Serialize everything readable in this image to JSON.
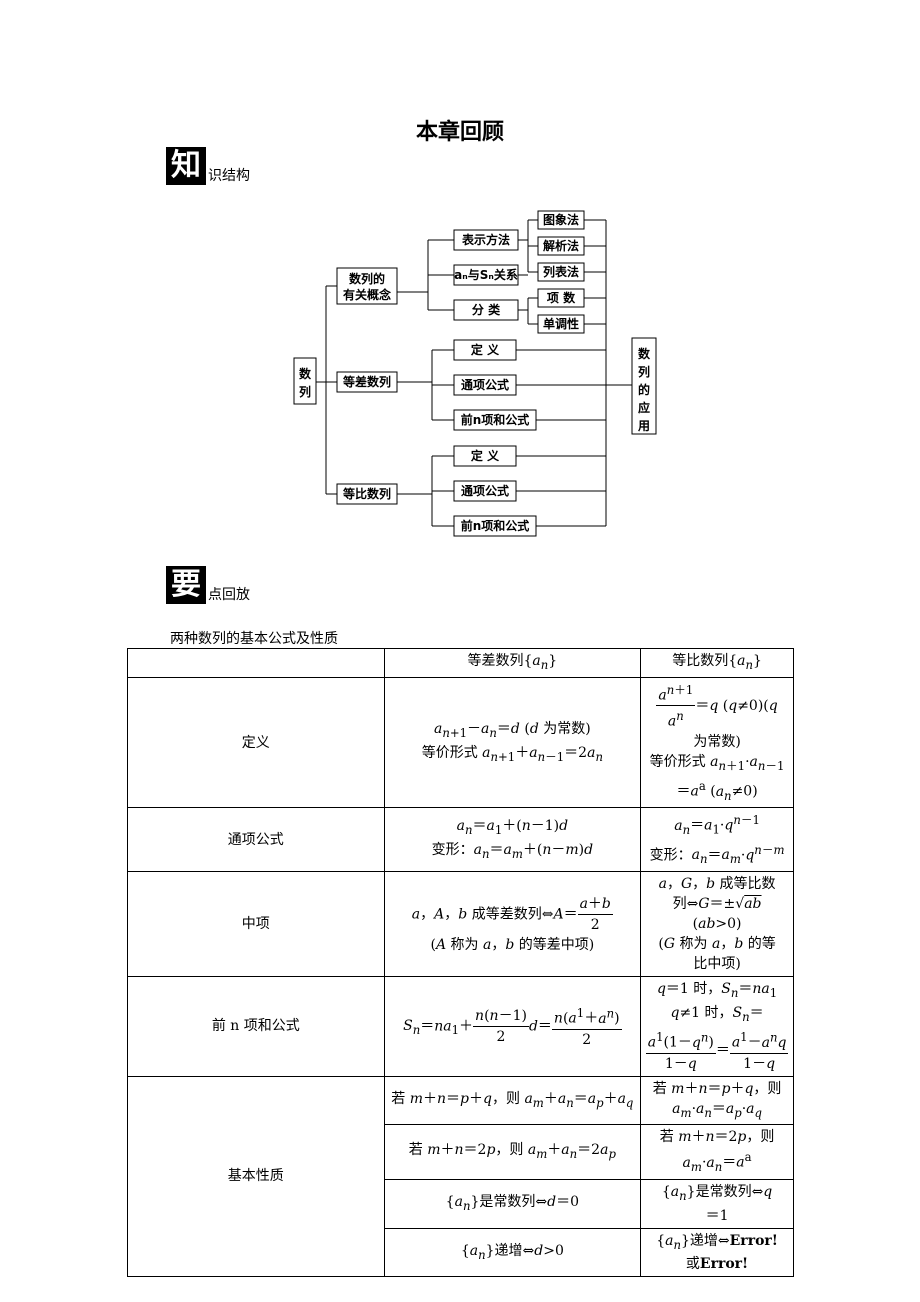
{
  "title": "本章回顾",
  "section1": {
    "big": "知",
    "rest": "识结构"
  },
  "section2": {
    "big": "要",
    "rest": "点回放"
  },
  "diagram": {
    "root": [
      "数",
      "列"
    ],
    "concept": [
      "数列的",
      "有关概念"
    ],
    "represent": "表示方法",
    "methods": [
      "图象法",
      "解析法",
      "列表法"
    ],
    "an_sn": "aₙ与Sₙ关系",
    "classify": "分 类",
    "class_items": [
      "项 数",
      "单调性"
    ],
    "arith": "等差数列",
    "geom": "等比数列",
    "sub_items": [
      "定 义",
      "通项公式",
      "前n项和公式"
    ],
    "app": [
      "数",
      "列",
      "的",
      "应",
      "用"
    ]
  },
  "table": {
    "caption": "两种数列的基本公式及性质",
    "head": [
      "",
      "等差数列{aₙ}",
      "等比数列{aₙ}"
    ],
    "rows": [
      {
        "label": "定义"
      },
      {
        "label": "通项公式"
      },
      {
        "label": "中项"
      },
      {
        "label": "前 n 项和公式"
      },
      {
        "label": "基本性质"
      }
    ],
    "err": "Error!"
  }
}
